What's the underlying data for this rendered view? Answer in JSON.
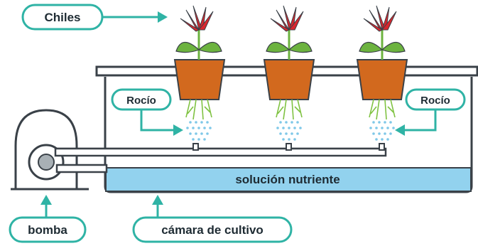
{
  "labels": {
    "chiles": "Chiles",
    "rocio_left": "Rocío",
    "rocio_right": "Rocío",
    "solution": "solución nutriente",
    "pump": "bomba",
    "chamber": "cámara de cultivo"
  },
  "colors": {
    "accent": "#2fb3a5",
    "pot": "#d2691e",
    "leaf": "#6cb33f",
    "flower": "#d8262e",
    "water": "#92d2ee",
    "outline": "#3a4148"
  }
}
